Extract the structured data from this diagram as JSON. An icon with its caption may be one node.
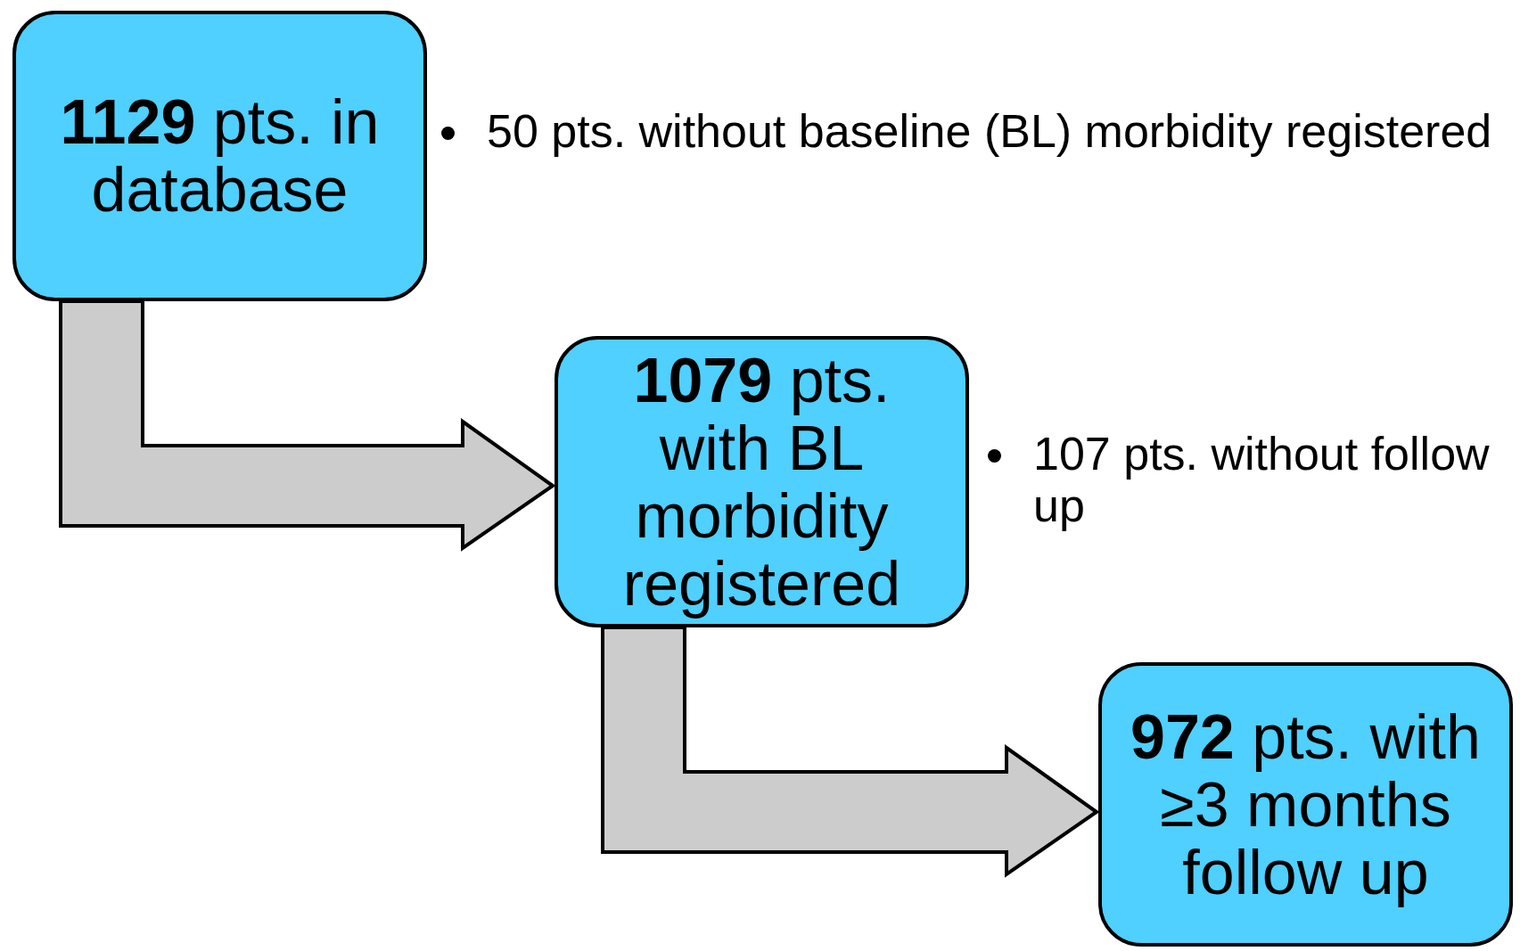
{
  "diagram": {
    "nodes": [
      {
        "text": [
          "**1129** pts. in database"
        ],
        "beside": [
          "50 pts. without baseline (BL) morbidity registered"
        ]
      },
      {
        "text": [
          "**1079** pts. with BL morbidity registered"
        ],
        "beside": [
          "107 pts. without follow up"
        ]
      },
      {
        "text": [
          "**972** pts. with ≥3 months follow up"
        ]
      }
    ],
    "edges": [
      {
        "from": 0,
        "to": 1,
        "arrow": "to",
        "style": "thick"
      },
      {
        "from": 1,
        "to": 2,
        "arrow": "to",
        "style": "thick"
      }
    ]
  }
}
